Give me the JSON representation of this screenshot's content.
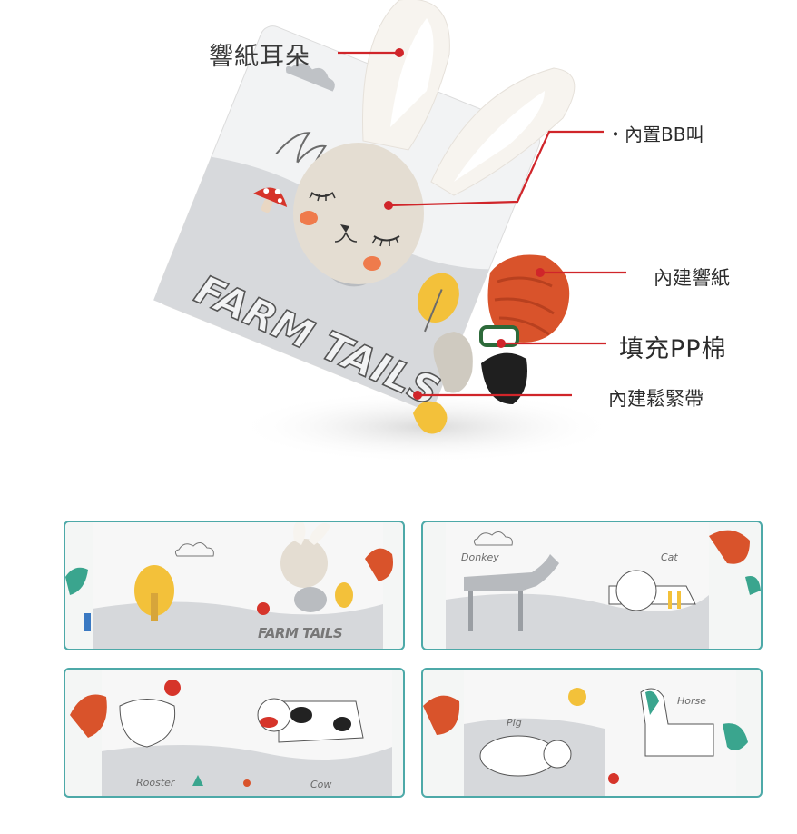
{
  "callouts": {
    "ears": "響紙耳朵",
    "bb": "・內置BB叫",
    "paper": "內建響紙",
    "cotton": "填充PP棉",
    "elastic": "內建鬆緊帶"
  },
  "book": {
    "title": "FARM TAILS"
  },
  "panels": {
    "p1": {
      "title": "FARM TAILS"
    },
    "p2": {
      "left": "Donkey",
      "right": "Cat"
    },
    "p3": {
      "left": "Rooster",
      "right": "Cow"
    },
    "p4": {
      "left": "Pig",
      "right": "Horse"
    }
  },
  "colors": {
    "accent_line": "#d0252a",
    "panel_border": "#4da9a8",
    "orange": "#d9532b",
    "yellow": "#f3c13a"
  }
}
